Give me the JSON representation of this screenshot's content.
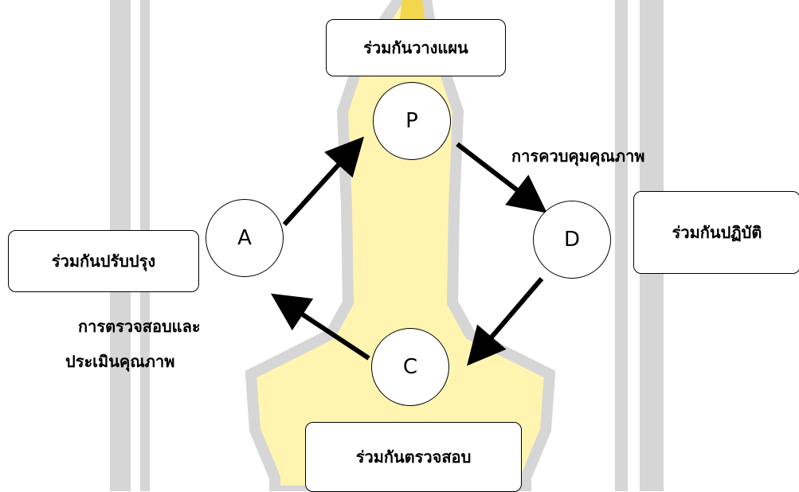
{
  "colors": {
    "watermark_gray": "#d6d6d6",
    "watermark_yellow": "#fff5b0",
    "watermark_yellow_edge": "#f2d64b"
  },
  "nodes": {
    "p": "P",
    "d": "D",
    "c": "C",
    "a": "A"
  },
  "boxes": {
    "plan": "ร่วมกันวางแผน",
    "do": "ร่วมกันปฏิบัติ",
    "check": "ร่วมกันตรวจสอบ",
    "act": "ร่วมกันปรับปรุง"
  },
  "annotations": {
    "quality_control": "การควบคุมคุณภาพ",
    "audit_line1": "การตรวจสอบและ",
    "audit_line2": "ประเมินคุณภาพ"
  }
}
